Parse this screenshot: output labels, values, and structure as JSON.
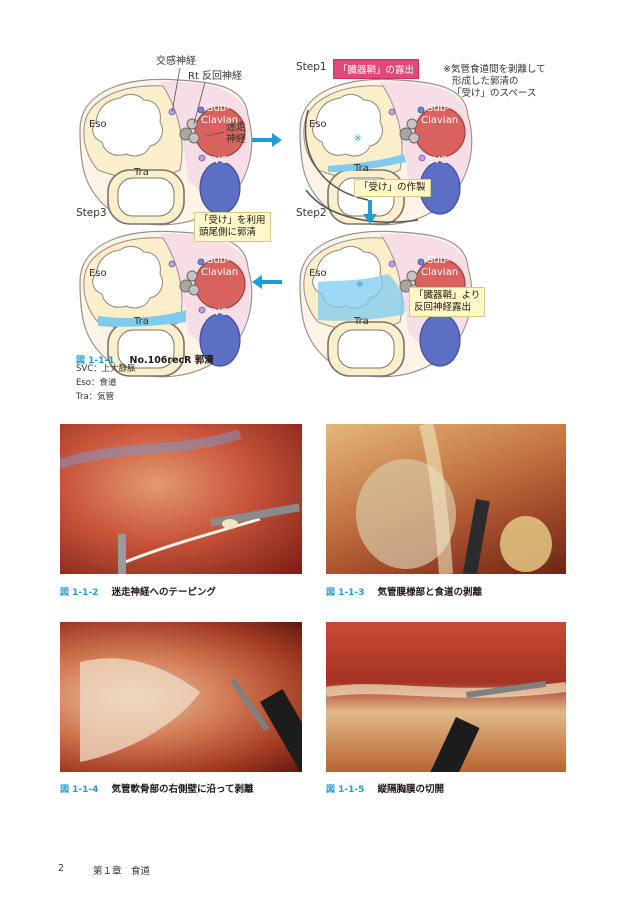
{
  "diagram": {
    "labels": {
      "sympathetic_nerve": "交感神経",
      "rt_recurrent_nerve": "Rt 反回神経",
      "vagus_nerve_line1": "迷走",
      "vagus_nerve_line2": "神経",
      "eso": "Eso",
      "subclavian_line1": "Sub-",
      "subclavian_line2": "Clavian",
      "svc": "SVC",
      "tra": "Tra",
      "asterisk": "※"
    },
    "step1": {
      "title": "Step1",
      "badge": "「臓器鞘」の露出",
      "callout": "「受け」の作製"
    },
    "step2": {
      "title": "Step2",
      "callout_line1": "「臓器鞘」より",
      "callout_line2": "反回神経露出"
    },
    "step3": {
      "title": "Step3",
      "callout_line1": "「受け」を利用",
      "callout_line2": "頭尾側に郭清"
    },
    "note": {
      "line1": "※気管食道間を剥離して",
      "line2": "形成した郭清の",
      "line3": "「受け」のスペース"
    }
  },
  "figure_1_1_1": {
    "number": "図 1-1-1",
    "title": "No.106recR 郭清",
    "legend": [
      "SVC：上大静脈",
      "Eso：食道",
      "Tra：気管"
    ]
  },
  "photos": [
    {
      "number": "図 1-1-2",
      "caption": "迷走神経へのテーピング"
    },
    {
      "number": "図 1-1-3",
      "caption": "気管膜様部と食道の剥離"
    },
    {
      "number": "図 1-1-4",
      "caption": "気管軟骨部の右側壁に沿って剥離"
    },
    {
      "number": "図 1-1-5",
      "caption": "縦隔胸膜の切開"
    }
  ],
  "footer": {
    "page": "2",
    "chapter": "第１章　食道"
  },
  "colors": {
    "accent_blue": "#1f9bd7",
    "pink_badge": "#e4487a",
    "callout_yellow": "#fdf7c9",
    "subclavian_red": "#d9625f",
    "svc_blue": "#5d6fc4",
    "eso_tissue": "#fbeecb",
    "plane_blue": "#7fcbf0"
  }
}
